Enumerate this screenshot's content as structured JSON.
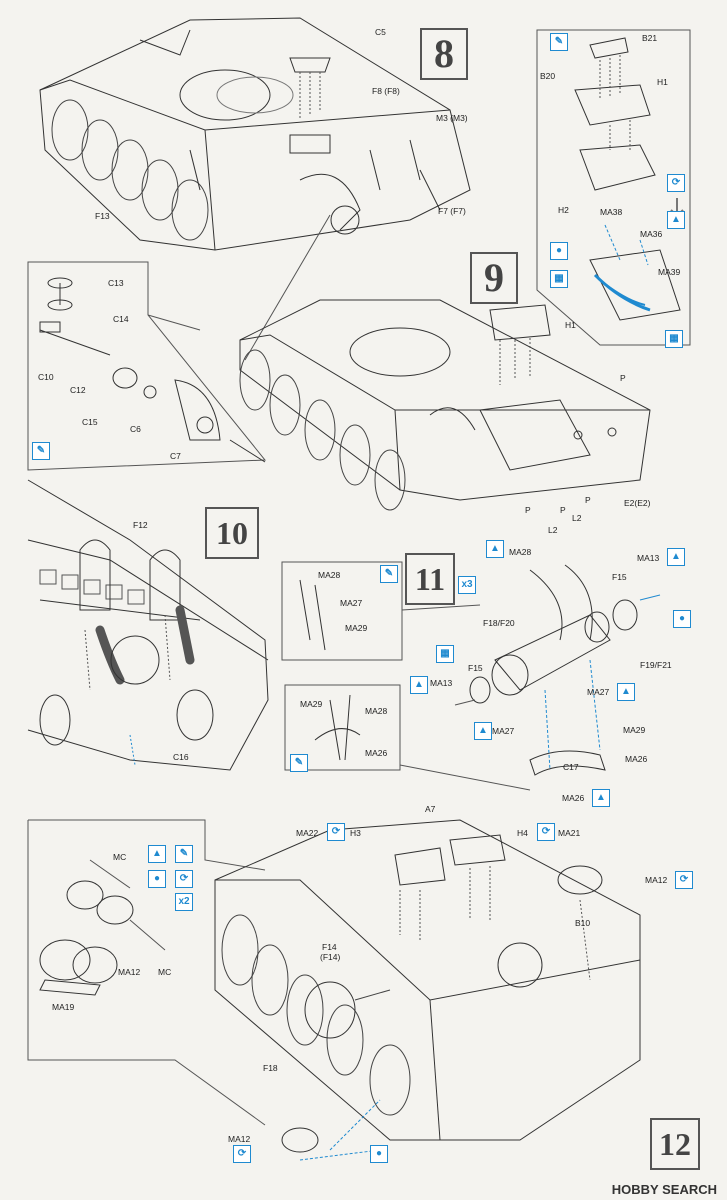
{
  "steps": {
    "s8": "8",
    "s9": "9",
    "s10": "10",
    "s11": "11",
    "s12": "12"
  },
  "multipliers": {
    "x3": "x3",
    "x2": "x2"
  },
  "labels": {
    "step8": [
      "C5",
      "F8 (F8)",
      "M3 (M3)",
      "F13",
      "F7 (F7)"
    ],
    "step8_detail": [
      "B21",
      "B20",
      "H1",
      "H2",
      "MA38",
      "MA36",
      "MA39"
    ],
    "step8_inset": [
      "C13",
      "C14",
      "C10",
      "C12",
      "C15",
      "C6",
      "C7"
    ],
    "step9": [
      "H1",
      "P",
      "P",
      "P",
      "P",
      "L2",
      "L2",
      "E2(E2)"
    ],
    "step10": [
      "F12",
      "C16"
    ],
    "step11": [
      "MA28",
      "MA13",
      "F15",
      "F18/F20",
      "F19/F21",
      "F15",
      "MA13",
      "MA27",
      "MA27",
      "MA29",
      "C17",
      "MA26",
      "MA26"
    ],
    "step11_inset_a": [
      "MA28",
      "MA27",
      "MA29"
    ],
    "step11_inset_b": [
      "MA29",
      "MA28",
      "MA26"
    ],
    "step12": [
      "A7",
      "MA22",
      "H3",
      "H4",
      "MA21",
      "MA12",
      "B10",
      "F14",
      "(F14)",
      "F18"
    ],
    "step12_inset": [
      "MC",
      "MA12",
      "MC",
      "MA19"
    ],
    "step12_bottom": [
      "MA12"
    ]
  },
  "icons": {
    "photo_etch": "photo-etch-icon",
    "bend": "bend-icon",
    "glue": "glue-icon",
    "drill": "drill-icon",
    "paint": "paint-icon"
  },
  "watermark": "HOBBY SEARCH",
  "colors": {
    "line": "#333333",
    "accent": "#1f8ad0",
    "paper": "#f4f3ef"
  }
}
